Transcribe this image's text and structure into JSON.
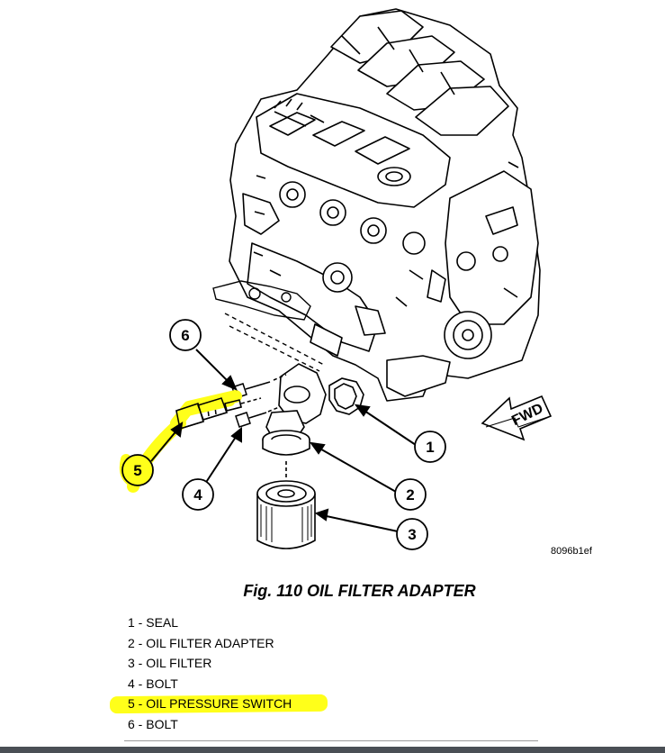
{
  "figure": {
    "ref_code": "8096b1ef",
    "title": "Fig. 110 OIL FILTER ADAPTER",
    "fwd_label": "FWD",
    "highlight_color": "#ffff1a"
  },
  "callouts": [
    {
      "number": "1"
    },
    {
      "number": "2"
    },
    {
      "number": "3"
    },
    {
      "number": "4"
    },
    {
      "number": "5"
    },
    {
      "number": "6"
    }
  ],
  "legend": [
    {
      "text": "1 - SEAL"
    },
    {
      "text": "2 - OIL FILTER ADAPTER"
    },
    {
      "text": "3 - OIL FILTER"
    },
    {
      "text": "4 - BOLT"
    },
    {
      "text": "5 - OIL PRESSURE SWITCH",
      "highlighted": true
    },
    {
      "text": "6 - BOLT"
    }
  ]
}
